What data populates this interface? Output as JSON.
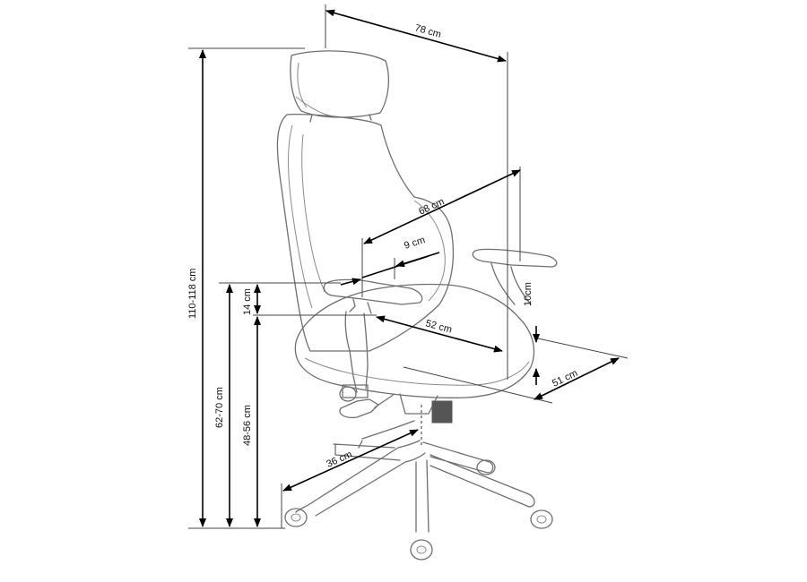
{
  "dimensions": {
    "top_width": "78 cm",
    "height_total": "110-118 cm",
    "seat_width": "68 cm",
    "armrest_width": "9 cm",
    "armrest_height": "14 cm",
    "armrest_adjust": "10cm",
    "armrest_floor_height": "62-70 cm",
    "seat_height": "48-56 cm",
    "seat_depth": "52 cm",
    "depth": "51 cm",
    "base_radius": "36 cm"
  }
}
